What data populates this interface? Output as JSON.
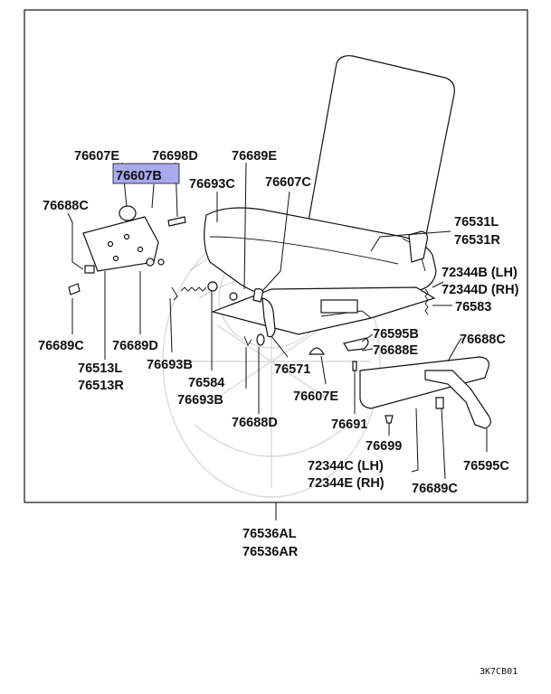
{
  "frame_label_1": "76536AL",
  "frame_label_2": "76536AR",
  "highlight_color": "#a9a9ee",
  "labels": {
    "p76607E_top": "76607E",
    "p76698D": "76698D",
    "p76689E": "76689E",
    "p76607B": "76607B",
    "p76693C": "76693C",
    "p76607C": "76607C",
    "p76688C_left": "76688C",
    "p76531L": "76531L",
    "p76531R": "76531R",
    "p72344B": "72344B (LH)",
    "p72344D": "72344D (RH)",
    "p76583": "76583",
    "p76595B": "76595B",
    "p76688E": "76688E",
    "p76688C_right": "76688C",
    "p76689C_left": "76689C",
    "p76689D": "76689D",
    "p76513L": "76513L",
    "p76513R": "76513R",
    "p76693B_a": "76693B",
    "p76584": "76584",
    "p76571": "76571",
    "p76693B_b": "76693B",
    "p76607E_bottom": "76607E",
    "p76691": "76691",
    "p76688D": "76688D",
    "p76699": "76699",
    "p72344C": "72344C (LH)",
    "p72344E": "72344E (RH)",
    "p76595C": "76595C",
    "p76689C_right": "76689C"
  },
  "diagram_code": "3K7CB01"
}
